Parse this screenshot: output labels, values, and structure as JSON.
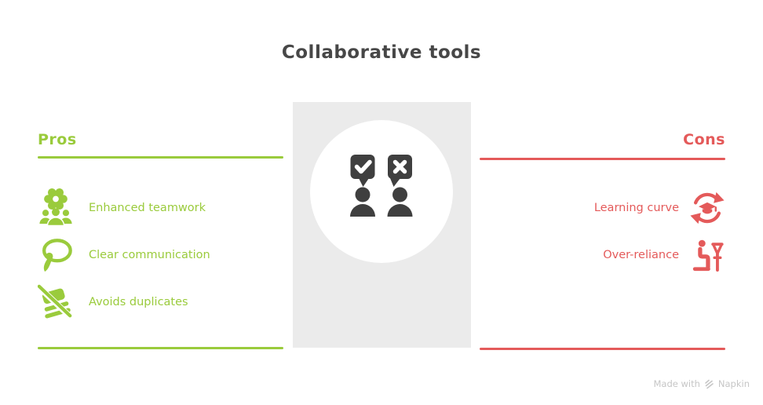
{
  "title": "Collaborative tools",
  "pros": {
    "heading": "Pros",
    "accent_color": "#9ACB3C",
    "items": [
      {
        "label": "Enhanced teamwork",
        "icon": "teamwork-gear-people-icon"
      },
      {
        "label": "Clear communication",
        "icon": "speech-bubble-icon"
      },
      {
        "label": "Avoids duplicates",
        "icon": "no-duplicates-layers-icon"
      }
    ]
  },
  "cons": {
    "heading": "Cons",
    "accent_color": "#E45A5A",
    "items": [
      {
        "label": "Learning curve",
        "icon": "learning-cycle-graduation-icon"
      },
      {
        "label": "Over-reliance",
        "icon": "person-with-crutch-icon"
      }
    ]
  },
  "illustration": {
    "name": "two-people-yes-no-speech-bubbles",
    "panel_color": "#EBEBEB",
    "icon_color": "#3F3F3F"
  },
  "footer": {
    "made_with": "Made with",
    "brand": "Napkin"
  }
}
